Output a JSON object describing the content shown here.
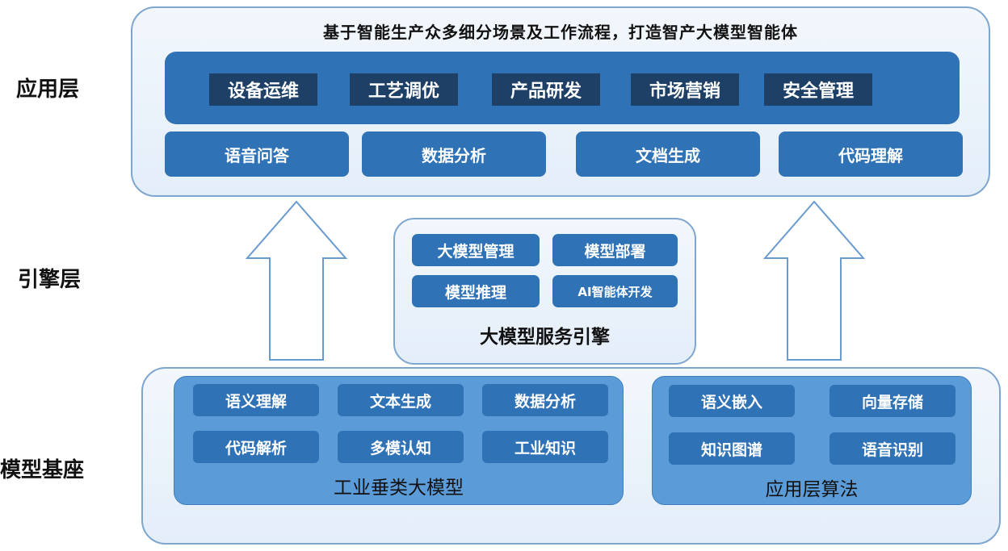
{
  "layers": {
    "application": "应用层",
    "engine": "引擎层",
    "foundation": "模型基座"
  },
  "application": {
    "headline": "基于智能生产众多细分场景及工作流程，打造智产大模型智能体",
    "scenarios": [
      "设备运维",
      "工艺调优",
      "产品研发",
      "市场营销",
      "安全管理"
    ],
    "capabilities": [
      "语音问答",
      "数据分析",
      "文档生成",
      "代码理解"
    ]
  },
  "engine": {
    "modules": [
      "大模型管理",
      "模型部署",
      "模型推理",
      "AI智能体开发"
    ],
    "title": "大模型服务引擎"
  },
  "foundation": {
    "industrial_model": {
      "items": [
        "语义理解",
        "文本生成",
        "数据分析",
        "代码解析",
        "多模认知",
        "工业知识"
      ],
      "title": "工业垂类大模型"
    },
    "app_algorithms": {
      "items": [
        "语义嵌入",
        "向量存储",
        "知识图谱",
        "语音识别"
      ],
      "title": "应用层算法"
    }
  },
  "colors": {
    "panel_border": "#7fa6cf",
    "panel_fill": "#e4eef9",
    "box_blue": "#2f72b6",
    "tag_navy": "#1e4066",
    "sub_panel": "#5b9bd8"
  }
}
